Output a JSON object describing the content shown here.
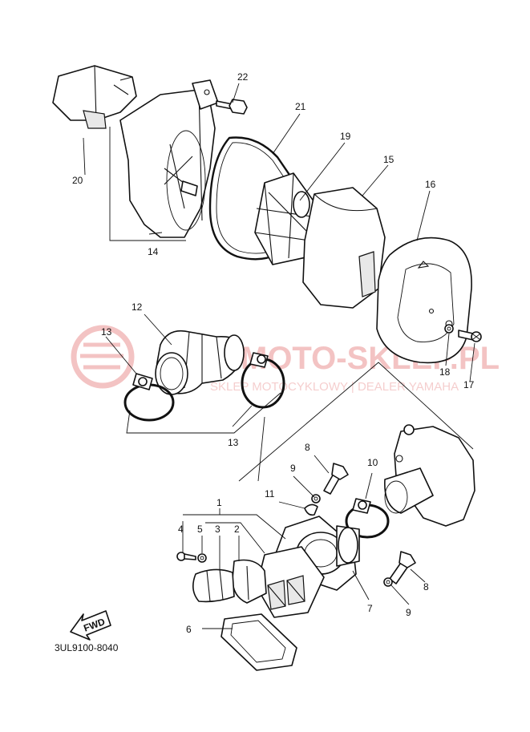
{
  "diagram_code": "3UL9100-8040",
  "fwd_label": "FWD",
  "watermark": {
    "text": "MOTO-SKLEP.PL",
    "subtext": "SKLEP MOTOCYKLOWY | DEALER YAMAHA",
    "color": "#f2b9b9"
  },
  "callouts": [
    "1",
    "2",
    "3",
    "4",
    "5",
    "6",
    "7",
    "8",
    "8",
    "9",
    "9",
    "10",
    "11",
    "12",
    "13",
    "13",
    "14",
    "15",
    "16",
    "17",
    "18",
    "19",
    "20",
    "21",
    "22"
  ],
  "colors": {
    "ink": "#111111",
    "background": "#ffffff"
  }
}
